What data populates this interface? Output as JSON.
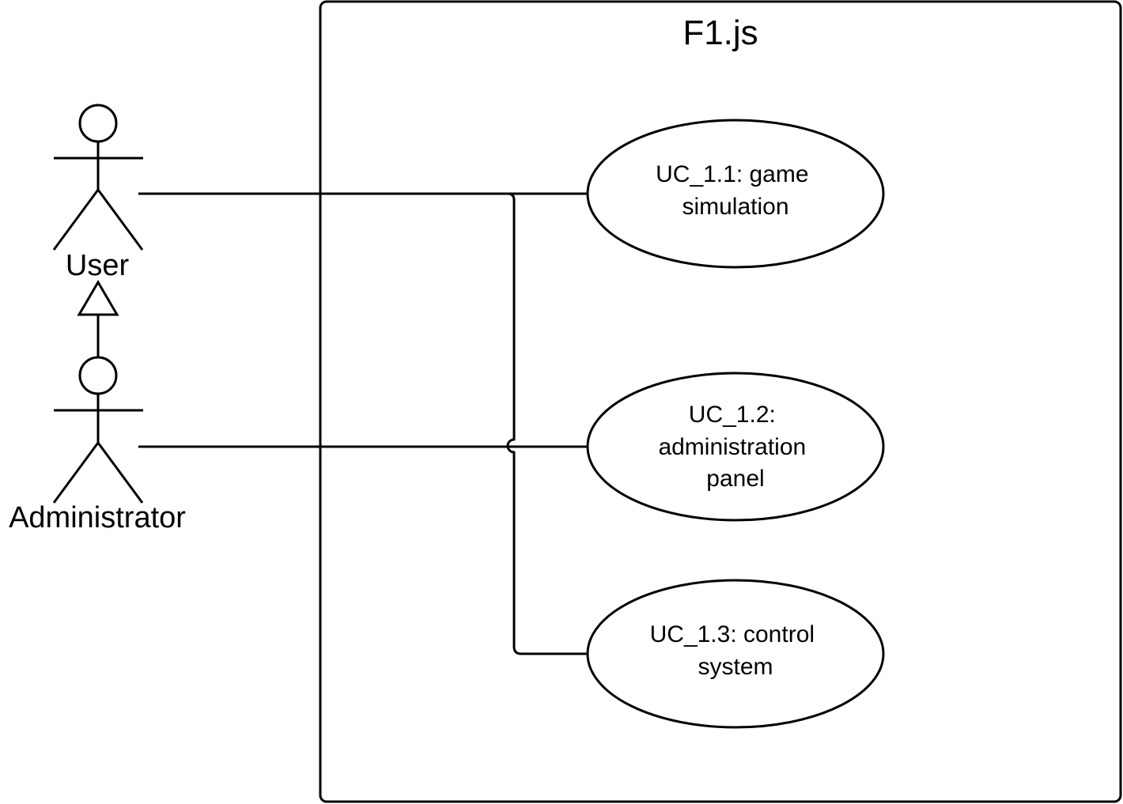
{
  "system": {
    "title": "F1.js"
  },
  "actors": {
    "user": "User",
    "administrator": "Administrator"
  },
  "use_cases": {
    "uc1": {
      "line1": "UC_1.1: game",
      "line2": "simulation"
    },
    "uc2": {
      "line1": "UC_1.2:",
      "line2": "administration",
      "line3": "panel"
    },
    "uc3": {
      "line1": "UC_1.3: control",
      "line2": "system"
    }
  },
  "relations": {
    "generalization": "Administrator generalizes User",
    "associations": [
      "User - UC_1.1",
      "User - UC_1.3",
      "Administrator - UC_1.2"
    ]
  }
}
